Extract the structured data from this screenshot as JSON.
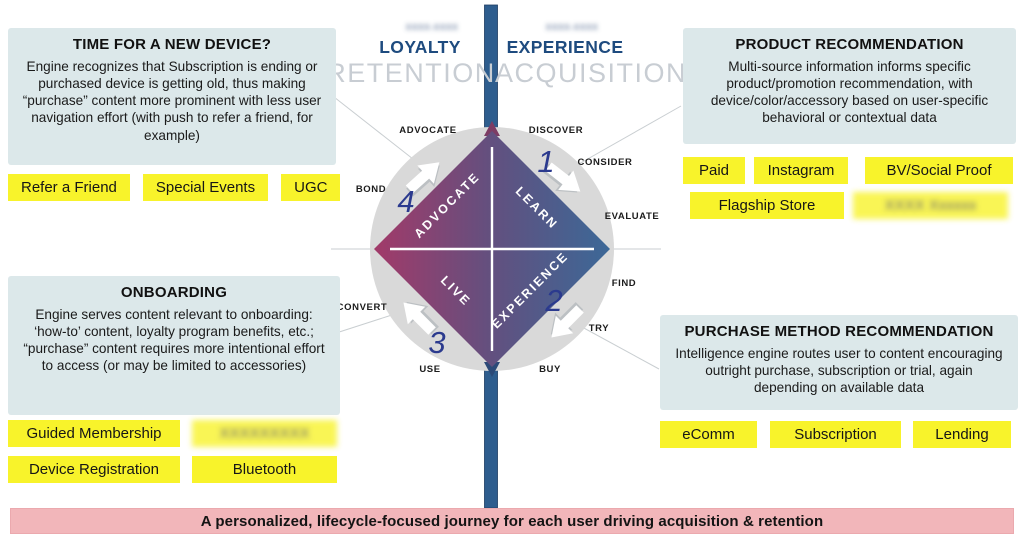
{
  "header": {
    "loyalty": {
      "brand_blurred": "XXXX-XXXX",
      "title": "LOYALTY",
      "stage": "RETENTION"
    },
    "experience": {
      "brand_blurred": "XXXX-XXXX",
      "title": "EXPERIENCE",
      "stage": "ACQUISITION"
    }
  },
  "callouts": {
    "new_device": {
      "title": "TIME FOR A NEW DEVICE?",
      "body": "Engine recognizes that Subscription is ending or purchased device is getting old, thus making “purchase” content more prominent with less user navigation effort (with push to refer a friend, for example)",
      "tags": [
        {
          "label": "Refer a Friend",
          "blurred": false
        },
        {
          "label": "Special Events",
          "blurred": false
        },
        {
          "label": "UGC",
          "blurred": false
        }
      ]
    },
    "product": {
      "title": "PRODUCT RECOMMENDATION",
      "body": "Multi-source information informs specific product/promotion recommendation, with device/color/accessory based on user-specific behavioral or contextual data",
      "tags": [
        {
          "label": "Paid",
          "blurred": false
        },
        {
          "label": "Instagram",
          "blurred": false
        },
        {
          "label": "BV/Social Proof",
          "blurred": false
        },
        {
          "label": "Flagship Store",
          "blurred": false
        },
        {
          "label": "XXXX Xxxxxx",
          "blurred": true
        }
      ]
    },
    "onboarding": {
      "title": "ONBOARDING",
      "body": "Engine serves content relevant to onboarding: ‘how-to’ content, loyalty program benefits, etc.; “purchase” content requires more intentional effort to access (or may be limited to accessories)",
      "tags": [
        {
          "label": "Guided Membership",
          "blurred": false
        },
        {
          "label": "XXXXXXXXX",
          "blurred": true
        },
        {
          "label": "Device Registration",
          "blurred": false
        },
        {
          "label": "Bluetooth",
          "blurred": false
        }
      ]
    },
    "purchase": {
      "title": "PURCHASE METHOD RECOMMENDATION",
      "body": "Intelligence engine routes user to content encouraging outright purchase, subscription or trial, again depending on available data",
      "tags": [
        {
          "label": "eComm",
          "blurred": false
        },
        {
          "label": "Subscription",
          "blurred": false
        },
        {
          "label": "Lending",
          "blurred": false
        }
      ]
    }
  },
  "wheel": {
    "stages": [
      "ADVOCATE",
      "DISCOVER",
      "CONSIDER",
      "EVALUATE",
      "FIND",
      "TRY",
      "BUY",
      "USE",
      "CONVERT",
      "BOND"
    ],
    "quadrants": [
      {
        "number": "1",
        "label": "LEARN"
      },
      {
        "number": "2",
        "label": "EXPERIENCE"
      },
      {
        "number": "3",
        "label": "LIVE"
      },
      {
        "number": "4",
        "label": "ADVOCATE"
      }
    ]
  },
  "banner": {
    "text": "A personalized, lifecycle-focused journey for each user driving acquisition & retention"
  },
  "colors": {
    "accent_navy": "#1e4b7f",
    "stage_gray": "#c8cdd3",
    "box_bg": "#dce8ea",
    "tag_yellow": "#f8f32b",
    "banner_pink": "#f2b6ba",
    "bar_blue": "#2e5d8e",
    "diamond_magenta": "#a23a69",
    "diamond_blue": "#3c6897",
    "number_navy": "#2b3a8e",
    "ring_gray": "#d9d9d9"
  }
}
